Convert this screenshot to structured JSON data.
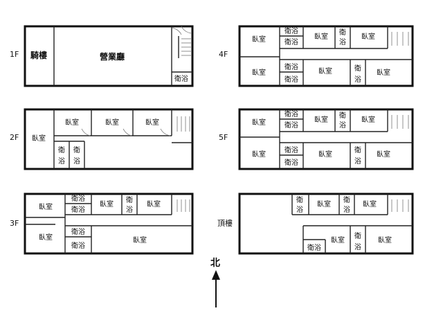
{
  "floors": [
    {
      "label": "1F",
      "rooms": [
        "騎樓",
        "營業廳",
        "衛浴"
      ]
    },
    {
      "label": "2F",
      "rooms": [
        "臥室",
        "臥室",
        "臥室",
        "臥室",
        "衛",
        "浴",
        "衛",
        "浴"
      ]
    },
    {
      "label": "3F",
      "rooms": [
        "臥室",
        "衛浴",
        "衛浴",
        "臥室",
        "衛",
        "浴",
        "臥室",
        "臥室",
        "衛浴",
        "衛浴",
        "臥室"
      ]
    },
    {
      "label": "4F",
      "rooms": [
        "臥室",
        "衛浴",
        "衛浴",
        "臥室",
        "衛",
        "浴",
        "臥室",
        "臥室",
        "衛浴",
        "衛浴",
        "臥室",
        "衛",
        "浴",
        "臥室"
      ]
    },
    {
      "label": "5F",
      "rooms": [
        "臥室",
        "衛浴",
        "衛浴",
        "臥室",
        "衛",
        "浴",
        "臥室",
        "臥室",
        "衛浴",
        "衛浴",
        "臥室",
        "衛",
        "浴",
        "臥室"
      ]
    },
    {
      "label": "頂樓",
      "rooms": [
        "衛",
        "浴",
        "臥室",
        "衛",
        "浴",
        "臥室",
        "衛浴",
        "臥室",
        "衛",
        "浴",
        "臥室"
      ]
    }
  ],
  "compass": {
    "label": "北"
  }
}
